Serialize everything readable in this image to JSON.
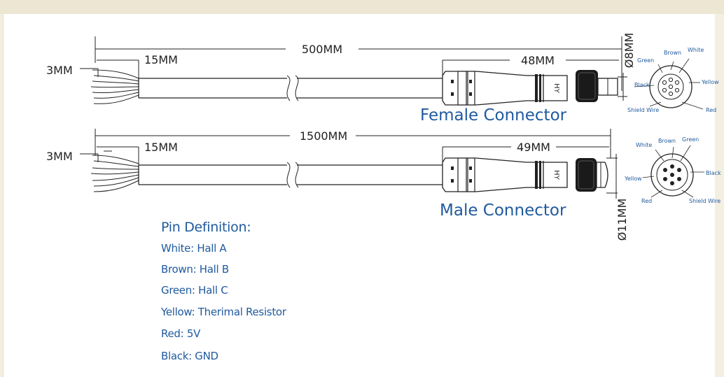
{
  "female": {
    "length": "500MM",
    "strip": "15MM",
    "wire": "3MM",
    "connector_len": "48MM",
    "dia": "Ø8MM",
    "title": "Female Connector",
    "pins": {
      "green": "Green",
      "brown": "Brown",
      "white": "White",
      "black": "Black",
      "yellow": "Yellow",
      "shield": "Shield Wire",
      "red": "Red"
    },
    "logo": "HY"
  },
  "male": {
    "length": "1500MM",
    "strip": "15MM",
    "wire": "3MM",
    "connector_len": "49MM",
    "dia": "Ø11MM",
    "title": "Male Connector",
    "pins": {
      "white": "White",
      "brown": "Brown",
      "green": "Green",
      "black": "Black",
      "yellow": "Yellow",
      "red": "Red",
      "shield": "Shield Wire"
    },
    "logo": "HY"
  },
  "pin_definition": {
    "title": "Pin Definition:",
    "items": [
      "White: Hall A",
      "Brown: Hall B",
      "Green: Hall C",
      "Yellow: Therimal Resistor",
      "Red: 5V",
      "Black: GND"
    ]
  },
  "colors": {
    "text_blue": "#1f5a9e",
    "line": "#222222",
    "background": "#ffffff",
    "frame": "#ece6d3"
  }
}
